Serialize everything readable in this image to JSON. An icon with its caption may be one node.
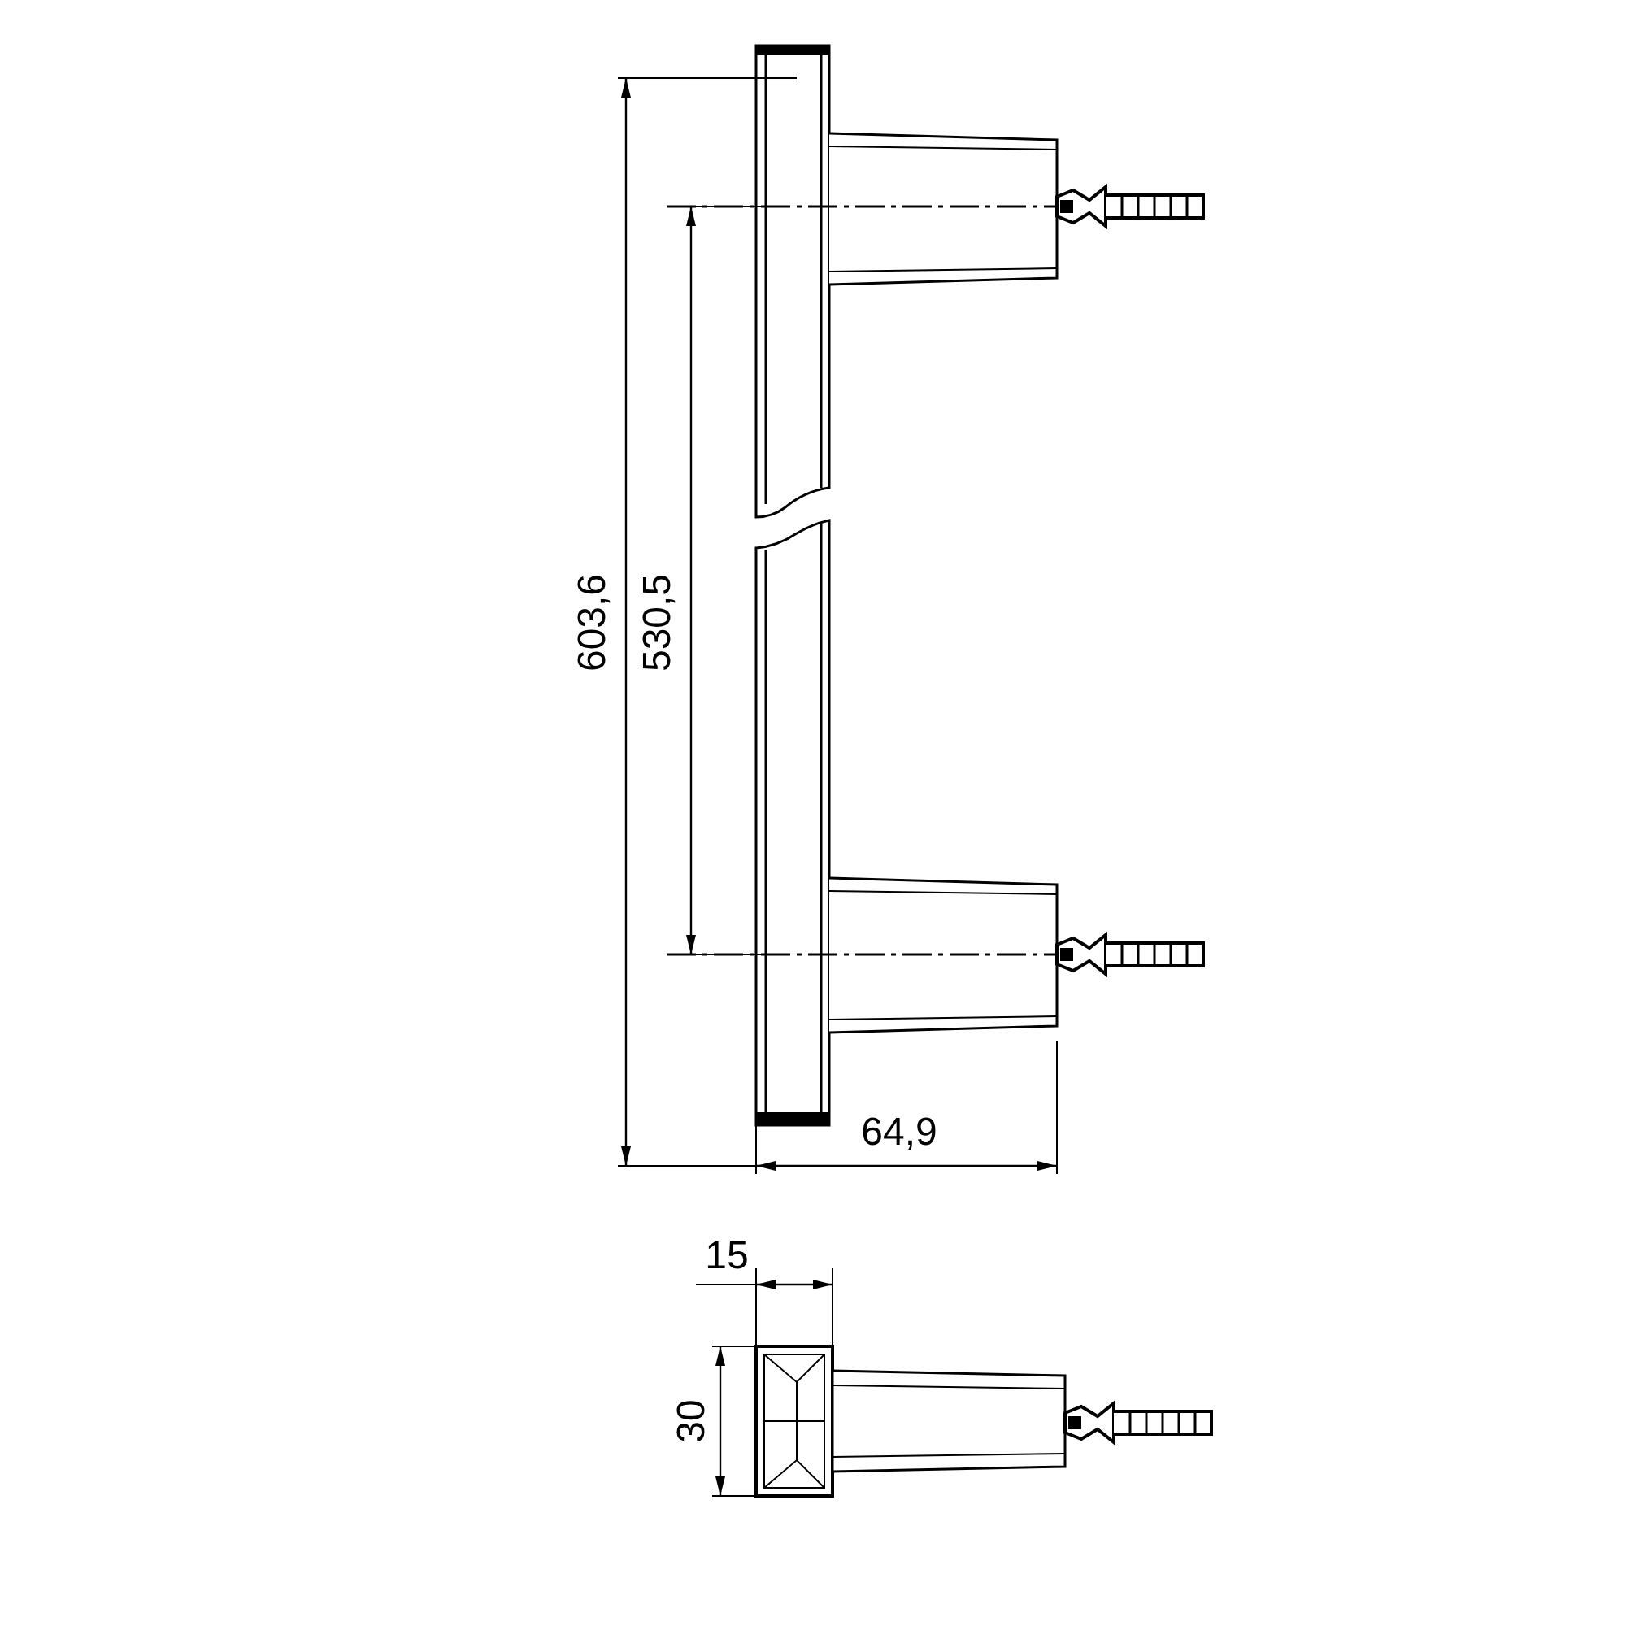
{
  "diagram": {
    "labels": [
      "603,6",
      "530,5",
      "64,9",
      "15",
      "30"
    ]
  }
}
